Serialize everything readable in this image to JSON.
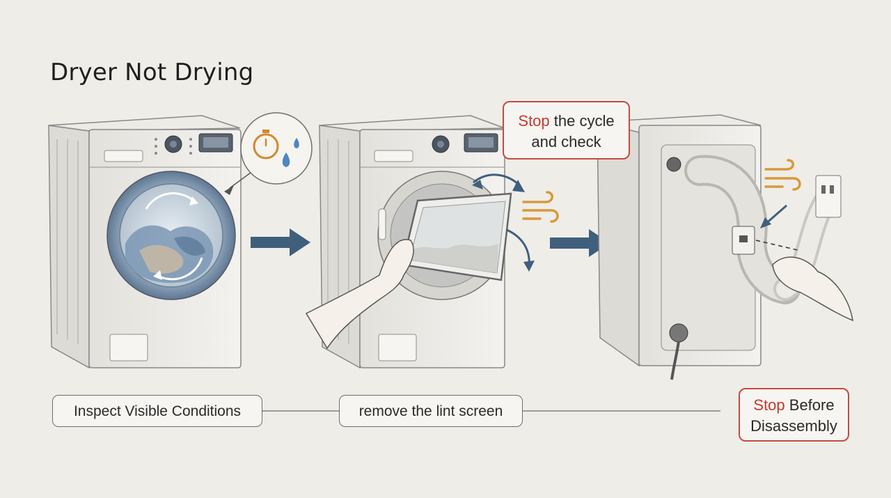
{
  "title": "Dryer Not Drying",
  "callout_top": {
    "highlight": "Stop",
    "rest_line1": " the cycle",
    "line2": "and check"
  },
  "steps": [
    {
      "label": "Inspect Visible Conditions"
    },
    {
      "label": "remove the lint screen"
    }
  ],
  "callout_bottom": {
    "highlight": "Stop",
    "rest_line1": " Before",
    "line2": "Disassembly"
  },
  "colors": {
    "accent_red": "#c44a43",
    "arrow_blue": "#3f5f7d",
    "air_orange": "#d79a3a",
    "water_blue": "#4d86c4"
  },
  "icons": [
    "timer-icon",
    "water-drops-icon",
    "air-flow-icon"
  ]
}
